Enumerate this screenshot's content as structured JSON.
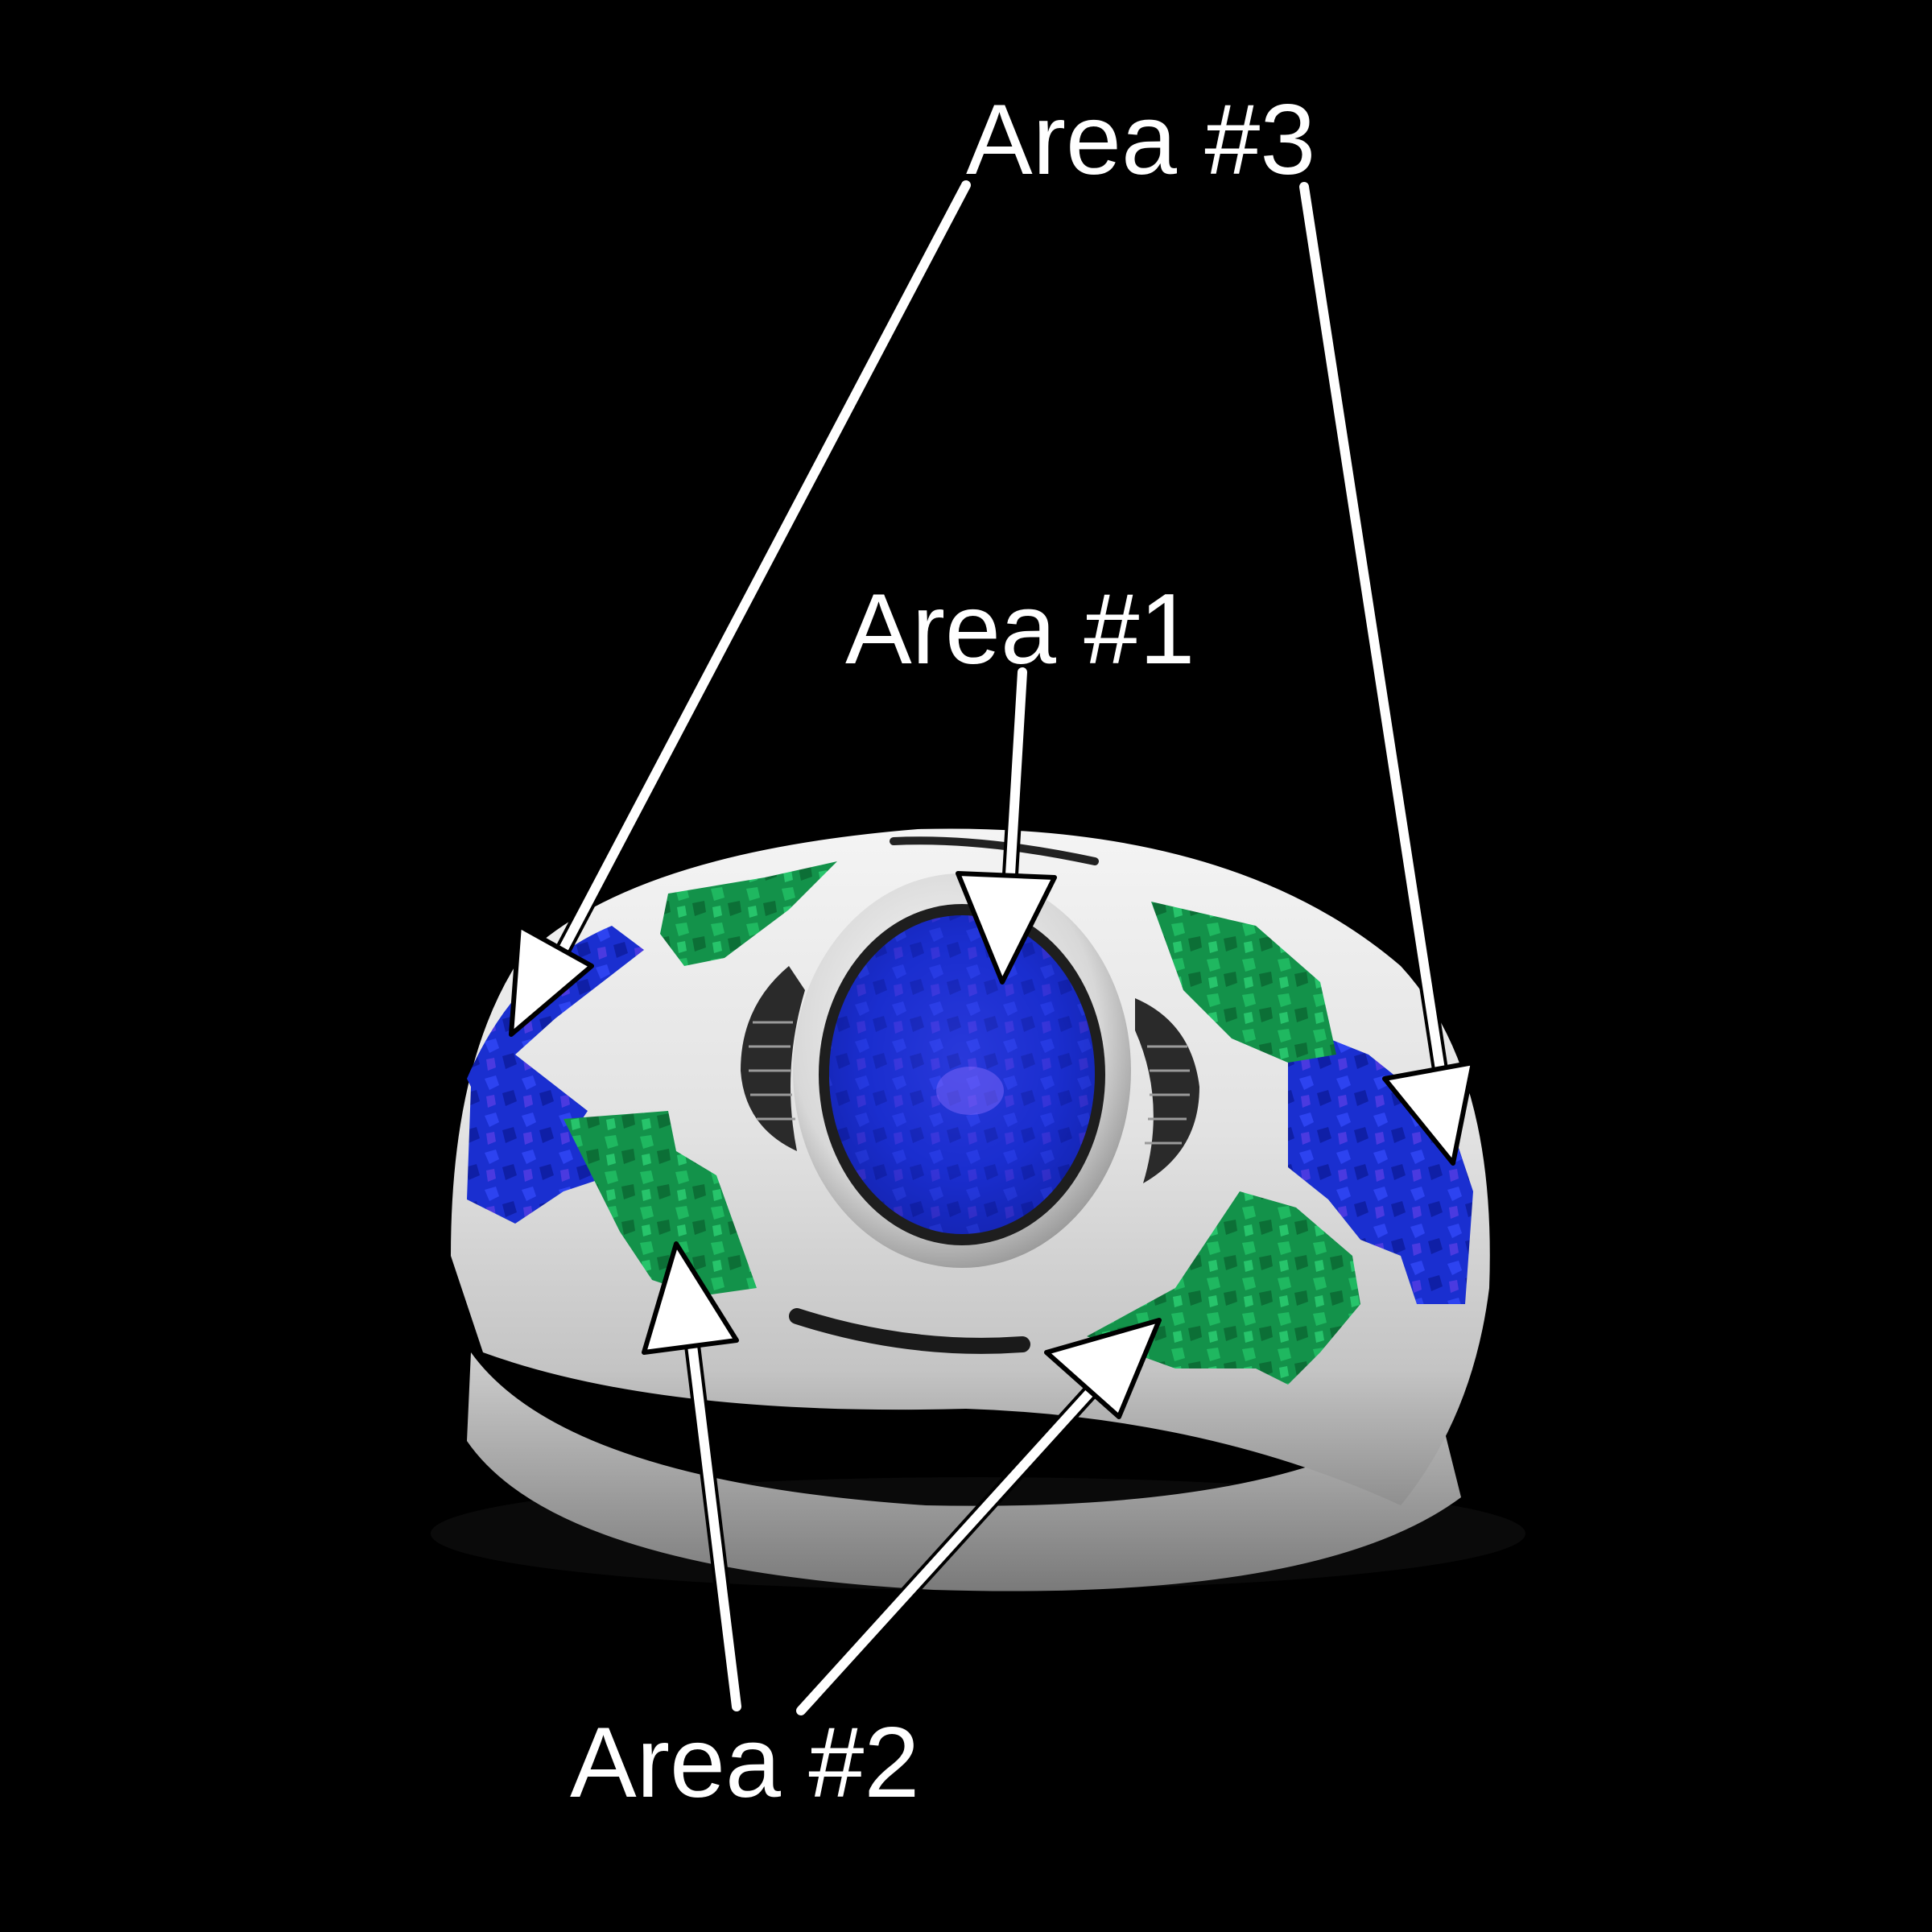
{
  "labels": {
    "area_1": "Area #1",
    "area_2": "Area #2",
    "area_3": "Area #3"
  },
  "colors": {
    "background": "#000000",
    "annotation": "#ffffff",
    "silver": "#d9d9d9",
    "inlay_blue": "#1a2fd0",
    "inlay_green": "#129a46"
  }
}
